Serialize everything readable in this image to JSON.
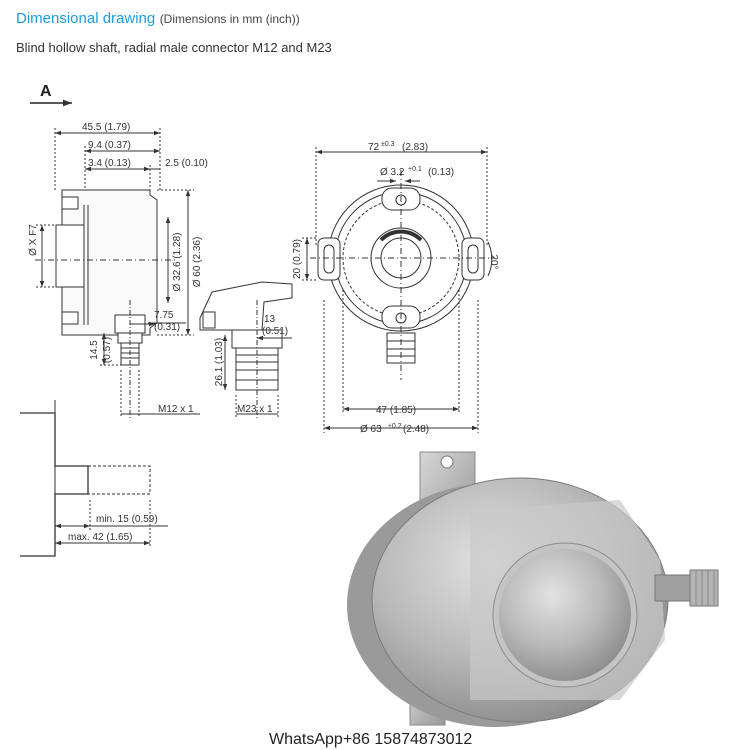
{
  "header": {
    "title": "Dimensional drawing",
    "title_note": "(Dimensions in mm (inch))",
    "subtitle": "Blind hollow shaft, radial male connector M12 and M23"
  },
  "view_label": "A",
  "side_view": {
    "dim_overall": "45.5 (1.79)",
    "dim_b": "9.4 (0.37)",
    "dim_c": "3.4 (0.13)",
    "dim_d": "2.5 (0.10)",
    "dim_shaft": "Ø X F7",
    "dim_d1": "Ø 32.6 (1.28)",
    "dim_d2": "Ø 60 (2.36)",
    "dim_e": "7.75",
    "dim_e_in": "(0.31)",
    "dim_f": "14.5",
    "dim_f_in": "(0.57)",
    "dim_m12": "M12 x 1"
  },
  "connector_view": {
    "dim_g": "13",
    "dim_g_in": "(0.51)",
    "dim_h": "26.1 (1.03)",
    "dim_m23": "M23 x 1"
  },
  "front_view": {
    "dim_width": "72",
    "dim_width_tol": "±0.3",
    "dim_width_in": "(2.83)",
    "dim_hole": "Ø 3.2",
    "dim_hole_tol": "+0.1",
    "dim_hole_in": "(0.13)",
    "dim_left": "20 (0.79)",
    "dim_angle": "20°",
    "dim_47": "47 (1.85)",
    "dim_63": "Ø 63",
    "dim_63_tol": "±0.2",
    "dim_63_in": "(2.48)"
  },
  "shaft_view": {
    "dim_min": "min. 15 (0.59)",
    "dim_max": "max. 42 (1.65)"
  },
  "watermark": "WhatsApp+86 15874873012"
}
